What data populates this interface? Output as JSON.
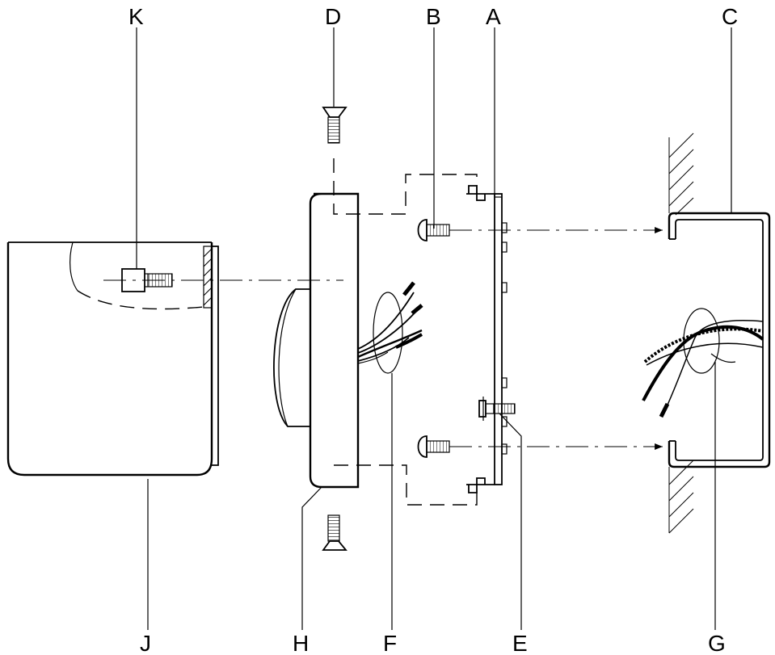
{
  "callouts": {
    "k": "K",
    "d": "D",
    "b": "B",
    "a": "A",
    "c": "C",
    "j": "J",
    "h": "H",
    "f": "F",
    "e": "E",
    "g": "G"
  },
  "colors": {
    "line": "#000000",
    "background": "#ffffff"
  }
}
